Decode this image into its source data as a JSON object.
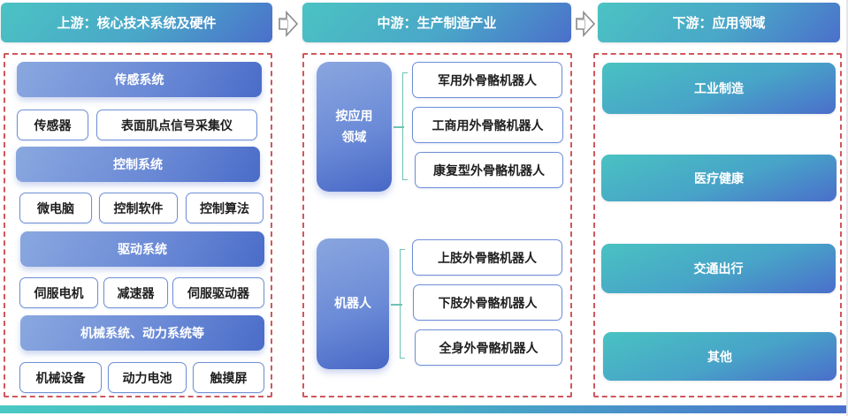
{
  "headers": {
    "upstream": "上游：核心技术系统及硬件",
    "midstream": "中游：生产制造产业",
    "downstream": "下游：应用领域"
  },
  "upstream": {
    "systems": [
      {
        "name": "传感系统",
        "items": [
          "传感器",
          "表面肌点信号采集仪"
        ]
      },
      {
        "name": "控制系统",
        "items": [
          "微电脑",
          "控制软件",
          "控制算法"
        ]
      },
      {
        "name": "驱动系统",
        "items": [
          "伺服电机",
          "减速器",
          "伺服驱动器"
        ]
      },
      {
        "name": "机械系统、动力系统等",
        "items": [
          "机械设备",
          "动力电池",
          "触摸屏"
        ]
      }
    ]
  },
  "midstream": {
    "categories": [
      {
        "name": "按应用领域",
        "line1": "按应用",
        "line2": "领域",
        "items": [
          "军用外骨骼机器人",
          "工商用外骨骼机器人",
          "康复型外骨骼机器人"
        ]
      },
      {
        "name": "机器人",
        "items": [
          "上肢外骨骼机器人",
          "下肢外骨骼机器人",
          "全身外骨骼机器人"
        ]
      }
    ]
  },
  "downstream": {
    "applications": [
      "工业制造",
      "医疗健康",
      "交通出行",
      "其他"
    ]
  },
  "colors": {
    "header_gradient_start": "#4bc3c3",
    "header_gradient_end": "#4b6fcb",
    "system_blue": "#6b8ad6",
    "dashed_border": "#d0575d",
    "bracket": "#6cc4b4"
  }
}
